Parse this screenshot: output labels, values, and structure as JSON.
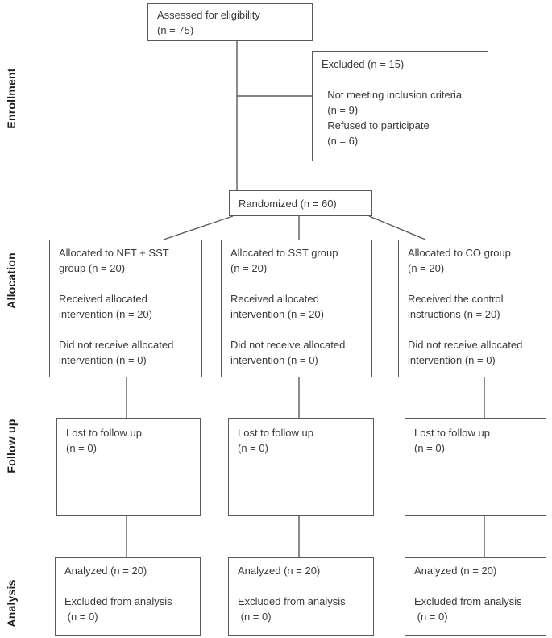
{
  "diagram": {
    "type": "consort-flow-chart",
    "colors": {
      "background": "#ffffff",
      "box_border": "#5a5a5a",
      "box_text": "#3a3a3a",
      "stage_label_text": "#1e1e1e"
    },
    "stages": [
      {
        "label": "Enrollment"
      },
      {
        "label": "Allocation"
      },
      {
        "label": "Follow up"
      },
      {
        "label": "Analysis"
      }
    ],
    "boxes": {
      "assessed": {
        "lines": [
          "Assessed for eligibility",
          "(n = 75)"
        ]
      },
      "excluded": {
        "lines": [
          "Excluded (n = 15)",
          "",
          "  Not meeting inclusion criteria",
          "  (n = 9)",
          "  Refused to participate",
          "  (n = 6)"
        ]
      },
      "randomized": {
        "lines": [
          "Randomized (n = 60)"
        ]
      },
      "alloc_nft_sst": {
        "lines": [
          "Allocated to NFT + SST",
          "group (n = 20)",
          "",
          "Received allocated",
          "intervention (n = 20)",
          "",
          "Did not receive allocated",
          "intervention (n = 0)"
        ]
      },
      "alloc_sst": {
        "lines": [
          "Allocated to SST group",
          "(n = 20)",
          "",
          "Received allocated",
          "intervention (n = 20)",
          "",
          "Did not receive allocated",
          "intervention (n = 0)"
        ]
      },
      "alloc_co": {
        "lines": [
          "Allocated to CO group",
          "(n = 20)",
          "",
          "Received the control",
          "instructions (n = 20)",
          "",
          "Did not receive allocated",
          "intervention (n = 0)"
        ]
      },
      "followup_nft_sst": {
        "lines": [
          "Lost to follow up",
          "(n = 0)"
        ]
      },
      "followup_sst": {
        "lines": [
          "Lost to follow up",
          "(n = 0)"
        ]
      },
      "followup_co": {
        "lines": [
          "Lost to follow up",
          "(n = 0)"
        ]
      },
      "analysis_nft_sst": {
        "lines": [
          "Analyzed (n = 20)",
          "",
          "Excluded from analysis",
          " (n = 0)"
        ]
      },
      "analysis_sst": {
        "lines": [
          "Analyzed (n = 20)",
          "",
          "Excluded from analysis",
          " (n = 0)"
        ]
      },
      "analysis_co": {
        "lines": [
          "Analyzed (n = 20)",
          "",
          "Excluded from analysis",
          " (n = 0)"
        ]
      }
    }
  }
}
